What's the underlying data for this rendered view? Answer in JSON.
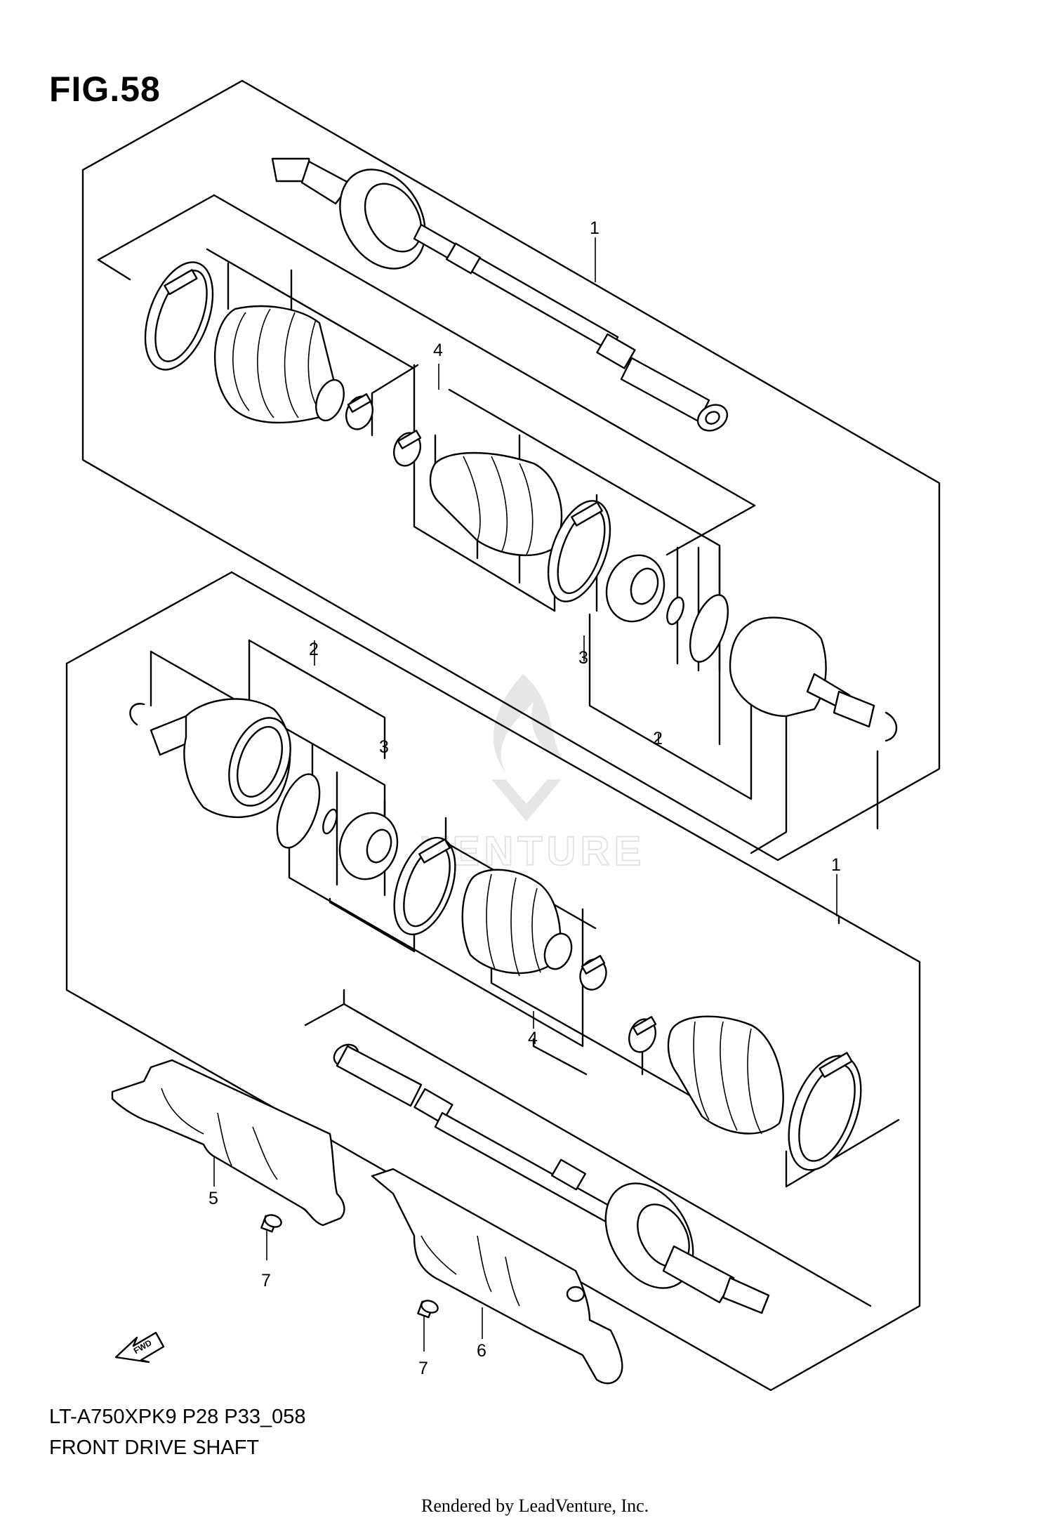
{
  "figure": {
    "title": "FIG.58",
    "model_code": "LT-A750XPK9 P28 P33_058",
    "caption": "FRONT DRIVE SHAFT",
    "rendered_by": "Rendered by LeadVenture, Inc."
  },
  "watermark": {
    "text": "VENTURE"
  },
  "callouts": {
    "upper_shaft_1": "1",
    "upper_4": "4",
    "upper_3": "3",
    "upper_2": "2",
    "lower_2": "2",
    "lower_3": "3",
    "lower_shaft_1": "1",
    "lower_4": "4",
    "guard_5": "5",
    "guard_6": "6",
    "bolt_7a": "7",
    "bolt_7b": "7"
  },
  "fwd_arrow": {
    "label": "FWD"
  }
}
